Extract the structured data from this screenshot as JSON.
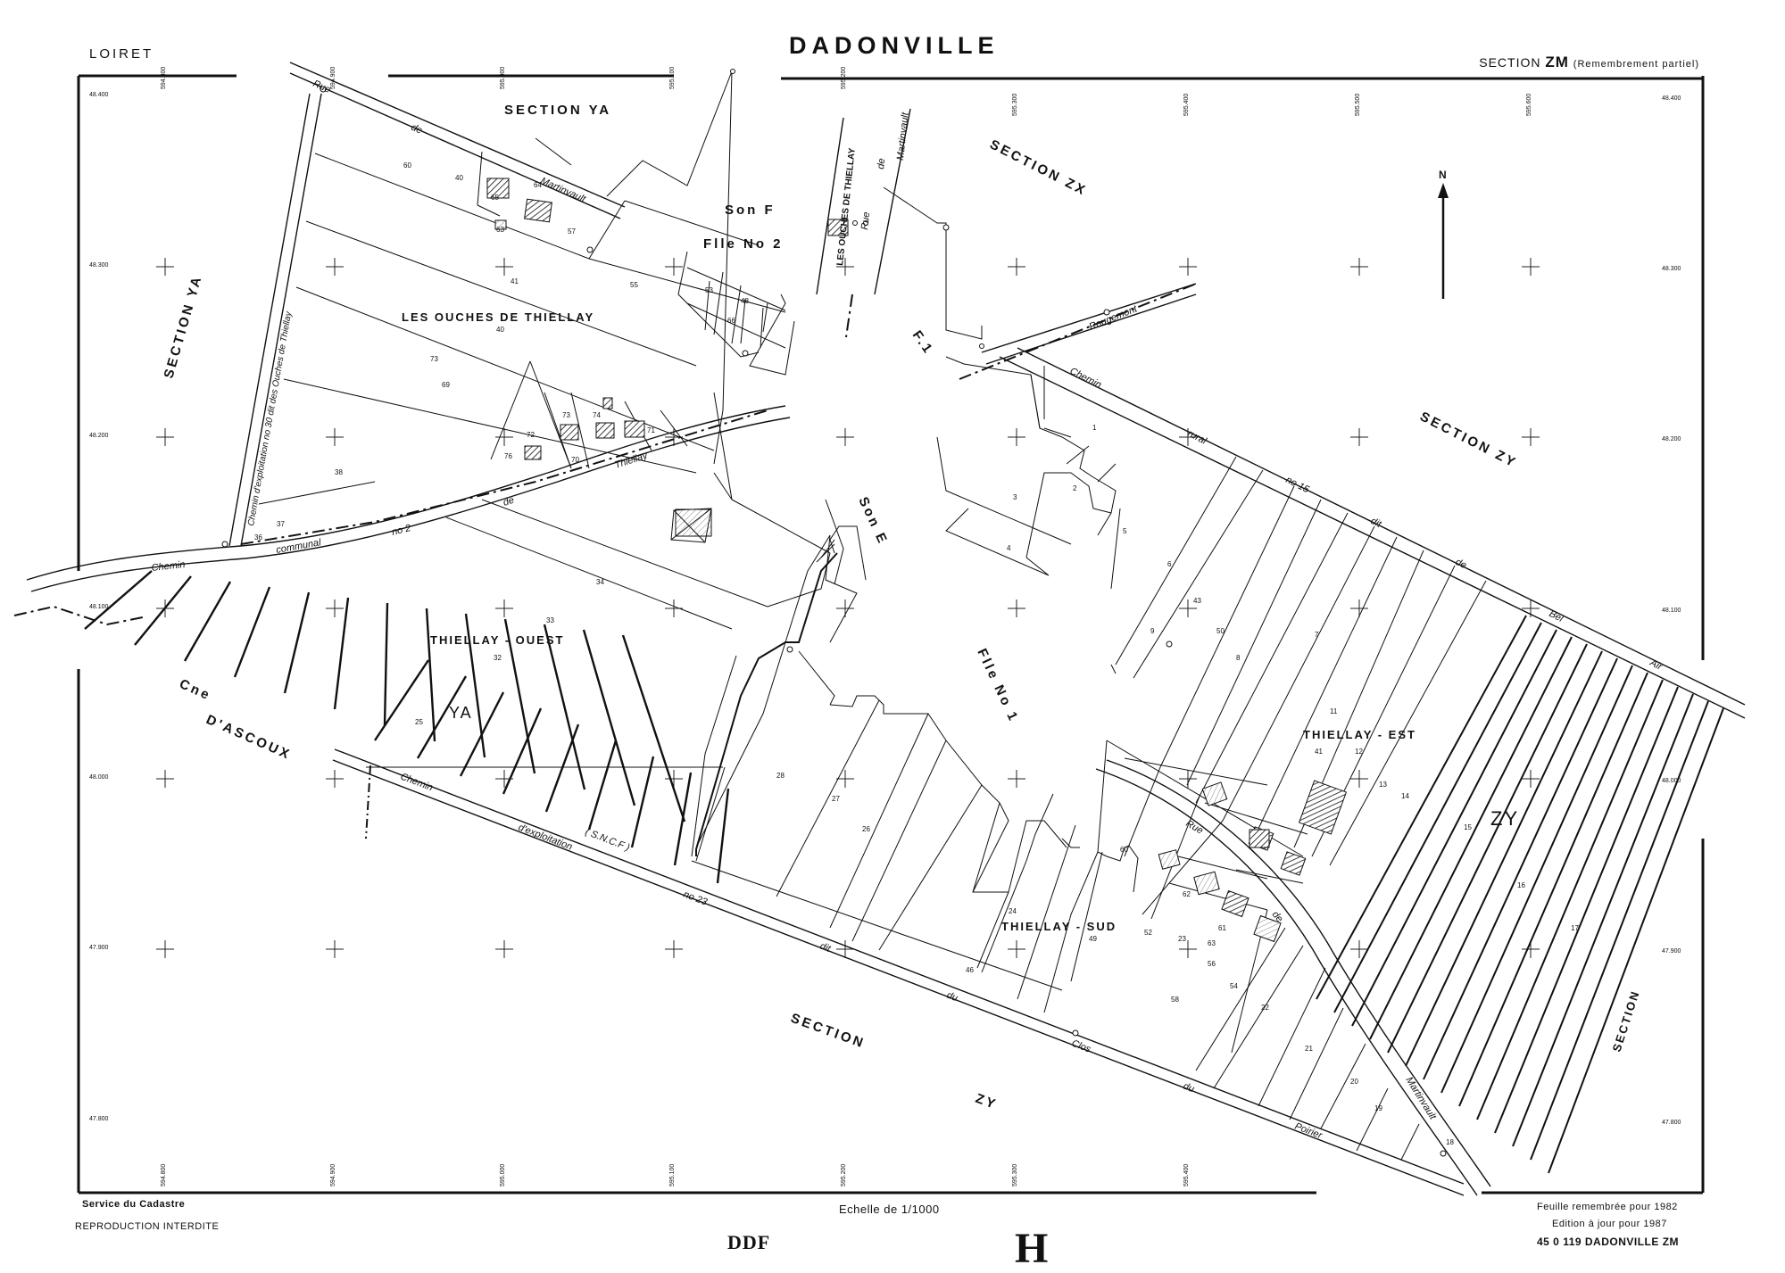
{
  "header": {
    "department": "LOIRET",
    "commune": "DADONVILLE",
    "section_prefix": "SECTION",
    "section_code": "ZM",
    "section_note": "(Remembrement partiel)"
  },
  "footer": {
    "service": "Service du Cadastre",
    "reproduction": "REPRODUCTION INTERDITE",
    "scale": "Echelle de 1/1000",
    "mark_ddf": "DDF",
    "mark_h": "H",
    "remembered": "Feuille remembrée pour 1982",
    "edition": "Edition à jour pour 1987",
    "reference": "45 0 119 DADONVILLE ZM"
  },
  "map": {
    "north_label": "N",
    "section_labels": {
      "ya_top": "SECTION YA",
      "ya_left": "SECTION YA",
      "zx": "SECTION ZX",
      "zy_right": "SECTION ZY",
      "zy_bottom_1": "SECTION",
      "zy_bottom_2": "ZY",
      "section_edge": "SECTION",
      "son_f": "Son F",
      "flle_no2": "Flle No 2",
      "son_e": "Son E",
      "flle_no1": "Flle No 1",
      "f1": "F.1",
      "zy_zone": "ZY",
      "ya_zone": "YA"
    },
    "locality_labels": {
      "ouches": "LES OUCHES DE THIELLAY",
      "ouches_vertical": "LES OUCHES DE THIELLAY",
      "ouest": "THIELLAY - OUEST",
      "est": "THIELLAY - EST",
      "sud": "THIELLAY - SUD",
      "commune_1": "Cne",
      "commune_2": "D'ASCOUX"
    },
    "road_labels": {
      "rue_top": "Rue",
      "de_top": "de",
      "martinvault_top": "Martinvault",
      "rue_mid": "Rue",
      "de_mid": "de",
      "martinvault_mid": "Martinvault",
      "chemin_left": "Chemin",
      "communal": "communal",
      "no2": "no 2",
      "de_thiellay": "de",
      "thiellay": "Thiellay",
      "chemin_expl_vert": "Chemin d'exploitation no 30 dit des Ouches de Thiellay",
      "chemin_bottom": "Chemin",
      "exploitation": "d'exploitation",
      "sncf": "( S.N.C.F )",
      "no23": "no 23",
      "dit": "dit",
      "du": "du",
      "clos": "Clos",
      "du2": "du",
      "poirier": "Poirier",
      "rougemont": "Rougemont",
      "chemin_right": "Chemin",
      "rural": "rural",
      "no15": "no 15",
      "dit2": "dit",
      "de_bel": "de",
      "bel": "Bel",
      "air": "Air",
      "rue_lower": "Rue",
      "de_lower": "de",
      "martinvault_lower": "Martinvault"
    },
    "parcels": [
      "60",
      "40",
      "65",
      "57",
      "64",
      "63",
      "41",
      "55",
      "53",
      "48",
      "66",
      "40",
      "73",
      "69",
      "72",
      "74",
      "70",
      "71",
      "76",
      "73",
      "38",
      "37",
      "36",
      "34",
      "33",
      "32",
      "25",
      "28",
      "27",
      "26",
      "24",
      "46",
      "1",
      "2",
      "3",
      "4",
      "5",
      "6",
      "43",
      "50",
      "8",
      "9",
      "7",
      "11",
      "41",
      "12",
      "13",
      "14",
      "15",
      "16",
      "17",
      "18",
      "19",
      "20",
      "21",
      "22",
      "23",
      "52",
      "49",
      "54",
      "56",
      "58",
      "60",
      "61",
      "62",
      "63"
    ],
    "coordinates": {
      "top": [
        "594.800",
        "594.900",
        "595.000",
        "595.100",
        "595.200",
        "595.300",
        "595.400",
        "595.500",
        "595.600"
      ],
      "bottom": [
        "594.800",
        "594.900",
        "595.000",
        "595.100",
        "595.200",
        "595.300",
        "595.400"
      ],
      "left": [
        "48.400",
        "48.300",
        "48.200",
        "48.100",
        "48.000",
        "47.900",
        "47.800"
      ],
      "right": [
        "48.400",
        "48.300",
        "48.200",
        "48.100",
        "48.000",
        "47.900",
        "47.800"
      ]
    }
  }
}
